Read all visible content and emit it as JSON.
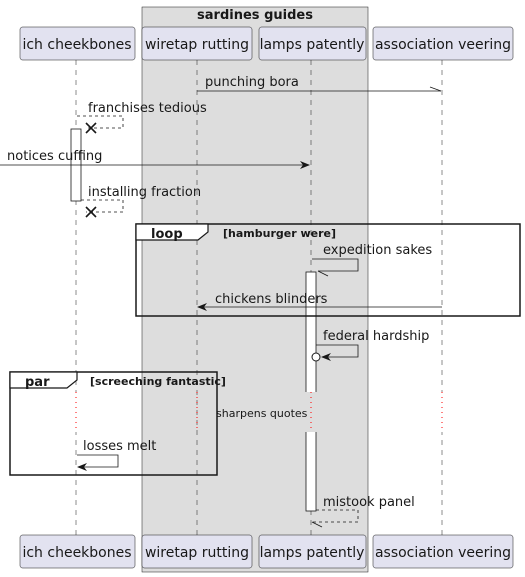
{
  "box": {
    "title": "sardines guides"
  },
  "participants": {
    "p1": "ich cheekbones",
    "p2": "wiretap rutting",
    "p3": "lamps patently",
    "p4": "association veering"
  },
  "messages": {
    "m1": "punching bora",
    "m2": "franchises tedious",
    "m3": "notices cuffing",
    "m4": "installing fraction",
    "m5": "expedition sakes",
    "m6": "chickens blinders",
    "m7": "federal hardship",
    "m8": "losses melt",
    "m9": "mistook panel"
  },
  "fragments": {
    "loop": {
      "keyword": "loop",
      "guard": "[hamburger were]"
    },
    "par": {
      "keyword": "par",
      "guard": "[screeching fantastic]"
    }
  },
  "delay": {
    "label": "sharpens quotes"
  },
  "colors": {
    "participant_fill": "#E2E2F0",
    "box_fill": "#DDDDDD",
    "line": "#181818"
  }
}
